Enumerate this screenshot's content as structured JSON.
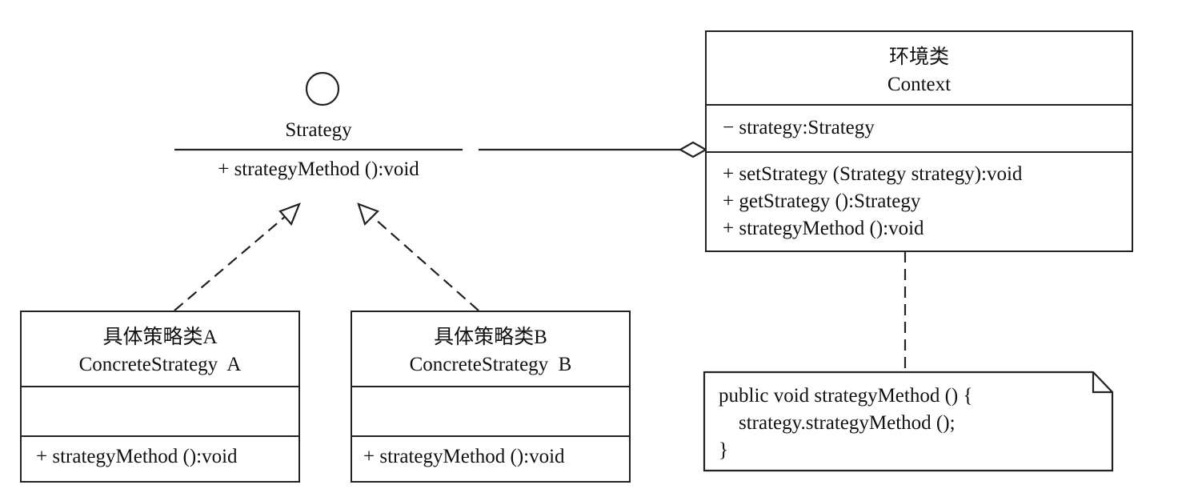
{
  "interface": {
    "name": "Strategy",
    "method": "+ strategyMethod ():void"
  },
  "context": {
    "title_cn": "环境类",
    "title_en": "Context",
    "attribute": "− strategy:Strategy",
    "methods": [
      "+ setStrategy (Strategy strategy):void",
      "+ getStrategy ():Strategy",
      "+ strategyMethod ():void"
    ]
  },
  "concrete_a": {
    "title_cn": "具体策略类A",
    "title_en": "ConcreteStrategy  A",
    "method": "+ strategyMethod ():void"
  },
  "concrete_b": {
    "title_cn": "具体策略类B",
    "title_en": "ConcreteStrategy  B",
    "method": "+ strategyMethod ():void"
  },
  "note": {
    "lines": [
      "public void strategyMethod () {",
      "    strategy.strategyMethod ();",
      "}"
    ]
  }
}
